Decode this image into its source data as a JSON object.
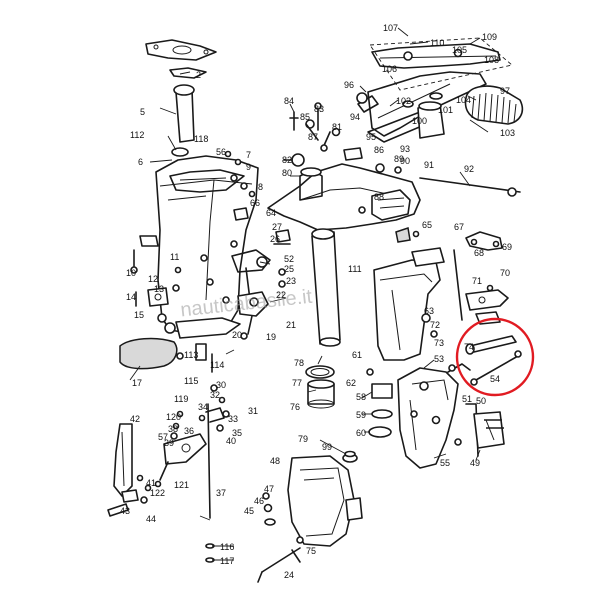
{
  "diagram": {
    "watermark": "nauticabasile.it",
    "highlight_color": "#e11b22",
    "ink_color": "#1a1a1a",
    "labels": [
      {
        "id": "l107",
        "text": "107"
      },
      {
        "id": "l110",
        "text": "110"
      },
      {
        "id": "l109",
        "text": "109"
      },
      {
        "id": "l105",
        "text": "105"
      },
      {
        "id": "l108",
        "text": "108"
      },
      {
        "id": "l106",
        "text": "106"
      },
      {
        "id": "l96",
        "text": "96"
      },
      {
        "id": "l102",
        "text": "102"
      },
      {
        "id": "l104",
        "text": "104"
      },
      {
        "id": "l97",
        "text": "97"
      },
      {
        "id": "l101",
        "text": "101"
      },
      {
        "id": "l100",
        "text": "100"
      },
      {
        "id": "l103",
        "text": "103"
      },
      {
        "id": "l94",
        "text": "94"
      },
      {
        "id": "l95",
        "text": "95"
      },
      {
        "id": "l93",
        "text": "93"
      },
      {
        "id": "l84",
        "text": "84"
      },
      {
        "id": "l83",
        "text": "83"
      },
      {
        "id": "l85",
        "text": "85"
      },
      {
        "id": "l81",
        "text": "81"
      },
      {
        "id": "l87",
        "text": "87"
      },
      {
        "id": "l86",
        "text": "86"
      },
      {
        "id": "l82",
        "text": "82"
      },
      {
        "id": "l80",
        "text": "80"
      },
      {
        "id": "l89",
        "text": "89"
      },
      {
        "id": "l90",
        "text": "90"
      },
      {
        "id": "l91",
        "text": "91"
      },
      {
        "id": "l92",
        "text": "92"
      },
      {
        "id": "l88",
        "text": "88"
      },
      {
        "id": "l2",
        "text": "2"
      },
      {
        "id": "l5",
        "text": "5"
      },
      {
        "id": "l112",
        "text": "112"
      },
      {
        "id": "l118",
        "text": "118"
      },
      {
        "id": "l6",
        "text": "6"
      },
      {
        "id": "l56",
        "text": "56"
      },
      {
        "id": "l7",
        "text": "7"
      },
      {
        "id": "l9",
        "text": "9"
      },
      {
        "id": "l8",
        "text": "8"
      },
      {
        "id": "l66",
        "text": "66"
      },
      {
        "id": "l64",
        "text": "64"
      },
      {
        "id": "l27",
        "text": "27"
      },
      {
        "id": "l65",
        "text": "65"
      },
      {
        "id": "l26",
        "text": "26"
      },
      {
        "id": "l67",
        "text": "67"
      },
      {
        "id": "l68",
        "text": "68"
      },
      {
        "id": "l69",
        "text": "69"
      },
      {
        "id": "l52",
        "text": "52"
      },
      {
        "id": "l25",
        "text": "25"
      },
      {
        "id": "l111",
        "text": "111"
      },
      {
        "id": "l10",
        "text": "10"
      },
      {
        "id": "l11",
        "text": "11"
      },
      {
        "id": "l12",
        "text": "12"
      },
      {
        "id": "l14",
        "text": "14"
      },
      {
        "id": "l15",
        "text": "15"
      },
      {
        "id": "l23",
        "text": "23"
      },
      {
        "id": "l22",
        "text": "22"
      },
      {
        "id": "l70",
        "text": "70"
      },
      {
        "id": "l71",
        "text": "71"
      },
      {
        "id": "l21",
        "text": "21"
      },
      {
        "id": "l63",
        "text": "63"
      },
      {
        "id": "l72",
        "text": "72"
      },
      {
        "id": "l19",
        "text": "19"
      },
      {
        "id": "l20",
        "text": "20"
      },
      {
        "id": "l113",
        "text": "113"
      },
      {
        "id": "l114",
        "text": "114"
      },
      {
        "id": "l17",
        "text": "17"
      },
      {
        "id": "l61",
        "text": "61"
      },
      {
        "id": "l53",
        "text": "53"
      },
      {
        "id": "l74",
        "text": "74"
      },
      {
        "id": "l73",
        "text": "73"
      },
      {
        "id": "l62",
        "text": "62"
      },
      {
        "id": "l54",
        "text": "54"
      },
      {
        "id": "l78",
        "text": "78"
      },
      {
        "id": "l115",
        "text": "115"
      },
      {
        "id": "l30",
        "text": "30"
      },
      {
        "id": "l77",
        "text": "77"
      },
      {
        "id": "l76",
        "text": "76"
      },
      {
        "id": "l58",
        "text": "58"
      },
      {
        "id": "l59",
        "text": "59"
      },
      {
        "id": "l60",
        "text": "60"
      },
      {
        "id": "l119",
        "text": "119"
      },
      {
        "id": "l32",
        "text": "32"
      },
      {
        "id": "l34",
        "text": "34"
      },
      {
        "id": "l31",
        "text": "31"
      },
      {
        "id": "l120",
        "text": "120"
      },
      {
        "id": "l33",
        "text": "33"
      },
      {
        "id": "l35",
        "text": "35"
      },
      {
        "id": "l42",
        "text": "42"
      },
      {
        "id": "l57",
        "text": "57"
      },
      {
        "id": "l36",
        "text": "36"
      },
      {
        "id": "l39",
        "text": "39"
      },
      {
        "id": "l38",
        "text": "38"
      },
      {
        "id": "l40",
        "text": "40"
      },
      {
        "id": "l51",
        "text": "51"
      },
      {
        "id": "l50",
        "text": "50"
      },
      {
        "id": "l55",
        "text": "55"
      },
      {
        "id": "l49",
        "text": "49"
      },
      {
        "id": "l99",
        "text": "99"
      },
      {
        "id": "l48",
        "text": "48"
      },
      {
        "id": "l41",
        "text": "41"
      },
      {
        "id": "l122",
        "text": "122"
      },
      {
        "id": "l43",
        "text": "43"
      },
      {
        "id": "l44",
        "text": "44"
      },
      {
        "id": "l37",
        "text": "37"
      },
      {
        "id": "l47",
        "text": "47"
      },
      {
        "id": "l46",
        "text": "46"
      },
      {
        "id": "l45",
        "text": "45"
      },
      {
        "id": "l116",
        "text": "116"
      },
      {
        "id": "l117",
        "text": "117"
      },
      {
        "id": "l75",
        "text": "75"
      },
      {
        "id": "l24",
        "text": "24"
      },
      {
        "id": "l121",
        "text": "121"
      },
      {
        "id": "l79",
        "text": "79"
      },
      {
        "id": "l13",
        "text": "13"
      }
    ]
  }
}
